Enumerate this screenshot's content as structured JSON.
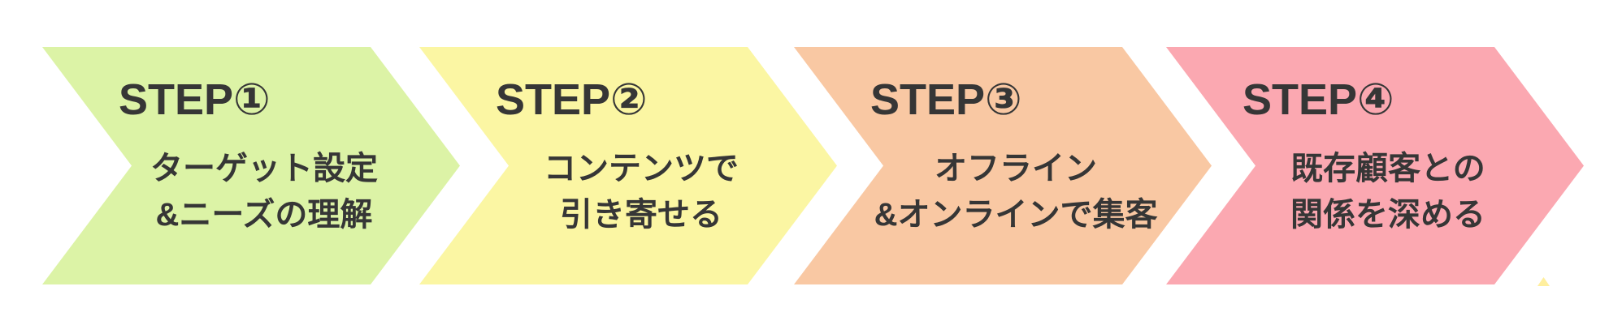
{
  "figure": {
    "background": "#ffffff",
    "text_color": "#363636",
    "artifact_color": "#ffef9e",
    "steps": [
      {
        "label": "STEP①",
        "lines": [
          "ターゲット設定",
          "&ニーズの理解"
        ],
        "color": "#dcf3a6"
      },
      {
        "label": "STEP②",
        "lines": [
          "コンテンツで",
          "引き寄せる"
        ],
        "color": "#fbf6a3"
      },
      {
        "label": "STEP③",
        "lines": [
          "オフライン",
          "&オンラインで集客"
        ],
        "color": "#f9c8a3"
      },
      {
        "label": "STEP④",
        "lines": [
          "既存顧客との",
          "関係を深める"
        ],
        "color": "#fba8b1"
      }
    ]
  }
}
